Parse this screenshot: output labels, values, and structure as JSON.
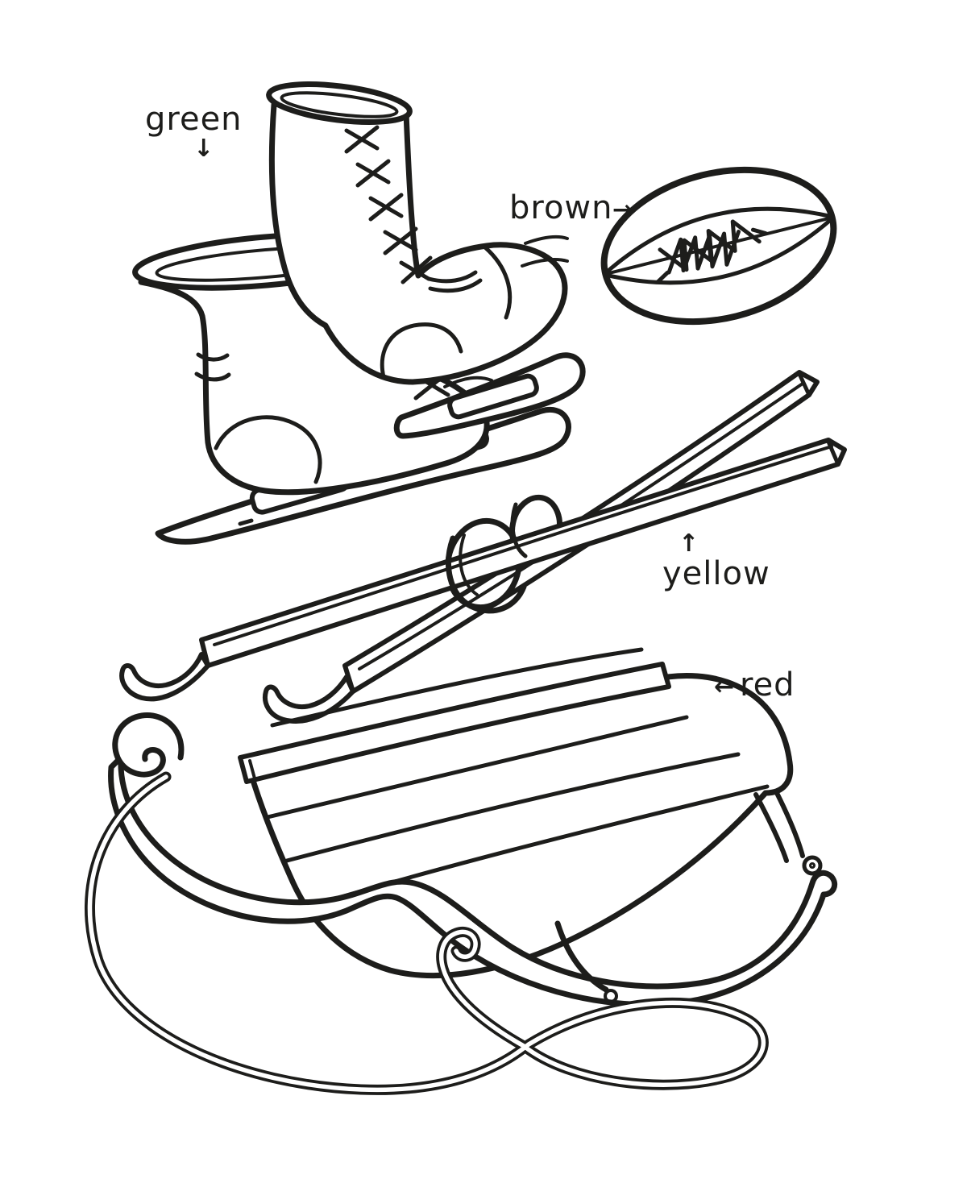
{
  "page": {
    "background_color": "#ffffff",
    "ink_color": "#1d1d1b"
  },
  "illustration": {
    "items": [
      {
        "object": "ice-skates",
        "label": "green",
        "arrow": "↓",
        "arrow_direction": "down"
      },
      {
        "object": "football",
        "label": "brown",
        "arrow": "→",
        "arrow_direction": "right"
      },
      {
        "object": "skis",
        "label": "yellow",
        "arrow": "↑",
        "arrow_direction": "up"
      },
      {
        "object": "sled",
        "label": "red",
        "arrow": "←",
        "arrow_direction": "left"
      }
    ]
  }
}
